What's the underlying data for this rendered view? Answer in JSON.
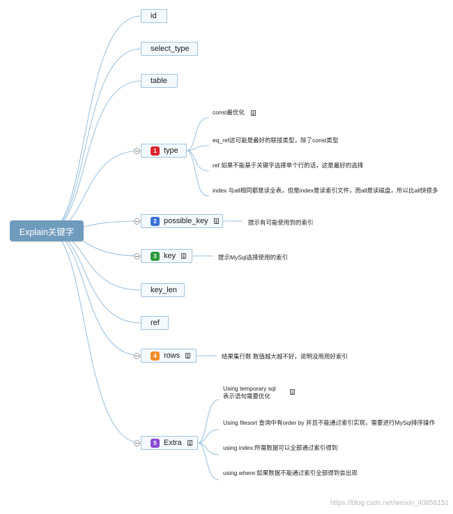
{
  "root": {
    "label": "Explain关键字"
  },
  "fields": [
    {
      "label": "id"
    },
    {
      "label": "select_type"
    },
    {
      "label": "table"
    },
    {
      "label": "type",
      "marker": "1",
      "marker_color": "#d9262b",
      "children": [
        "const最优化",
        "eq_ref这可能是最好的联接类型，除了const类型",
        "ref 如果不能基于关键字选择单个行的话，这是最好的选择",
        "index 与all相同都是读全表，但是index是读索引文件，而all是读磁盘，所以比all快很多"
      ]
    },
    {
      "label": "possible_key",
      "marker": "2",
      "marker_color": "#3a6fd8",
      "children": [
        "提示有可能使用到的索引"
      ]
    },
    {
      "label": "key",
      "marker": "3",
      "marker_color": "#2e9a3a",
      "children": [
        "提示MySql选择使用的索引"
      ]
    },
    {
      "label": "key_len"
    },
    {
      "label": "ref"
    },
    {
      "label": "rows",
      "marker": "4",
      "marker_color": "#f08c28",
      "children": [
        "结果集行数 数值越大越不好，说明没用用好索引"
      ]
    },
    {
      "label": "Extra",
      "marker": "5",
      "marker_color": "#8a4bd2",
      "children": [
        "Using temporary sql\n表示语句需要优化",
        "Using filesort 查询中有order by 并且不能通过索引实现，需要进行MySql排序操作",
        "using index:所需数据可以全部通过索引得到",
        "using where:如果数据不能通过索引全部得到会出现"
      ]
    }
  ],
  "watermark": "https://blog.csdn.net/weixin_40856151",
  "colors": {
    "edge": "#9cc2de",
    "root": "#6f9bbd",
    "node_border": "#9fc3de",
    "node_fill": "#f4f9fd"
  },
  "icons": [
    "note-icon",
    "collapse-icon"
  ]
}
